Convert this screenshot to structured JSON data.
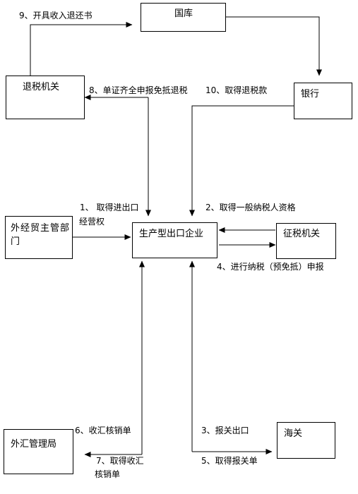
{
  "nodes": {
    "guoku": "国库",
    "tuishui_jiguan": "退税机关",
    "yinhang": "银行",
    "waijingmao": "外经贸主管部门",
    "qiye": "生产型出口企业",
    "zhengshui_jiguan": "征税机关",
    "waihui_guanliju": "外汇管理局",
    "haiguan": "海关"
  },
  "edges": {
    "e9": "9、开具收入退还书",
    "e8": "8、单证齐全申报免抵退税",
    "e10": "10、取得退税款",
    "e1a": "1、 取得进出口",
    "e1b": "经营权",
    "e2": "2、取得一般纳税人资格",
    "e4": "4、进行纳税（预免抵）申报",
    "e6": "6、收汇核销单",
    "e7a": "7、取得收汇",
    "e7b": "核销单",
    "e3": "3、报关出口",
    "e5": "5、取得报关单"
  }
}
